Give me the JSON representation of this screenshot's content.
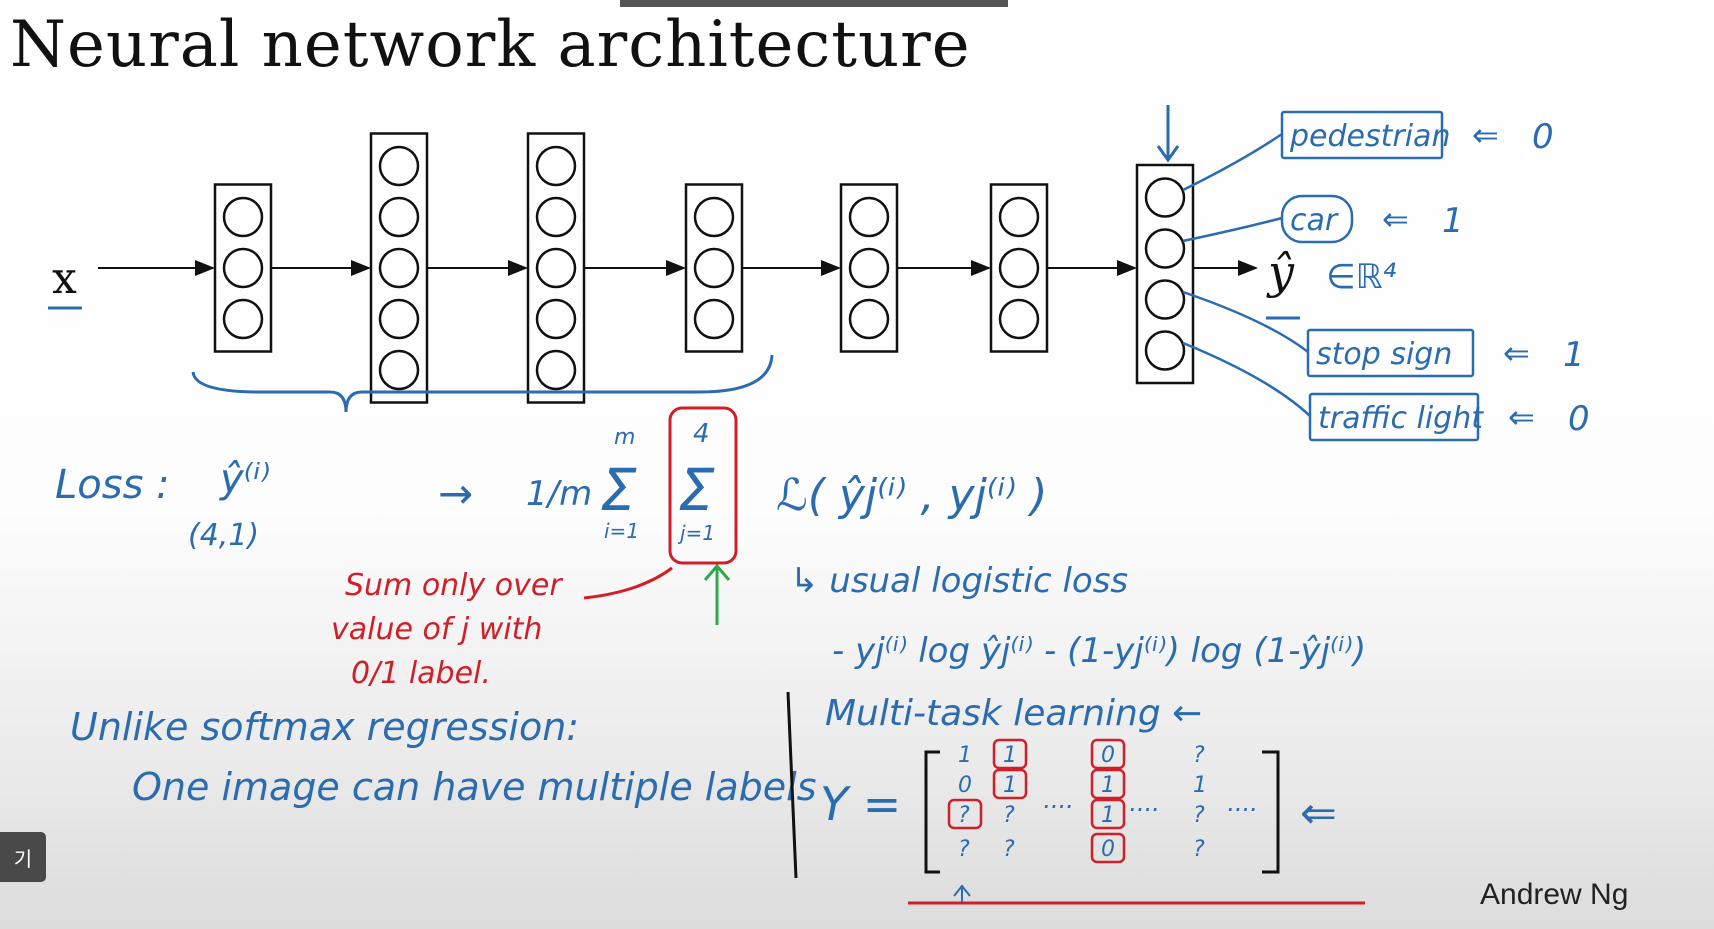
{
  "title": "Neural network architecture",
  "author": "Andrew Ng",
  "player_badge": "기",
  "colors": {
    "ink_blue": "#2b6cb0",
    "ink_red": "#d11f2a",
    "ink_green": "#2ea84a",
    "ink_black": "#111111"
  },
  "network": {
    "input_label": "x",
    "output_label": "ŷ",
    "output_space": "∈ℝ⁴",
    "layers": [
      {
        "neurons": 3
      },
      {
        "neurons": 5
      },
      {
        "neurons": 5
      },
      {
        "neurons": 3
      },
      {
        "neurons": 3
      },
      {
        "neurons": 3
      },
      {
        "neurons": 4
      }
    ],
    "outputs": [
      {
        "label": "pedestrian",
        "value": "0"
      },
      {
        "label": "car",
        "value": "1"
      },
      {
        "label": "stop sign",
        "value": "1"
      },
      {
        "label": "traffic light",
        "value": "0"
      }
    ]
  },
  "loss": {
    "label": "Loss :",
    "yhat": "ŷ⁽ⁱ⁾",
    "shape": "(4,1)",
    "arrow": "→",
    "frac": "1/m",
    "sum_outer_top": "m",
    "sum_outer_bottom": "i=1",
    "sum_inner_top": "4",
    "sum_inner_bottom": "j=1",
    "loss_term": "ℒ( ŷj⁽ⁱ⁾ , yj⁽ⁱ⁾ )",
    "usual": "↳ usual logistic loss",
    "logistic_formula": "- yj⁽ⁱ⁾ log ŷj⁽ⁱ⁾ - (1-yj⁽ⁱ⁾) log (1-ŷj⁽ⁱ⁾)"
  },
  "red_note": [
    "Sum only over",
    "value of j with",
    "0/1 label."
  ],
  "softmax_note": [
    "Unlike softmax regression:",
    "One image can have multiple labels"
  ],
  "multitask": {
    "label": "Multi-task learning ←",
    "Y_label": "Y =",
    "dots": "····",
    "arrow": "⇐",
    "columns": [
      [
        "1",
        "0",
        "?",
        "?"
      ],
      [
        "1",
        "1",
        "?",
        "?"
      ],
      [
        "0",
        "1",
        "1",
        "0"
      ],
      [
        "?",
        "1",
        "?",
        "?"
      ]
    ]
  }
}
